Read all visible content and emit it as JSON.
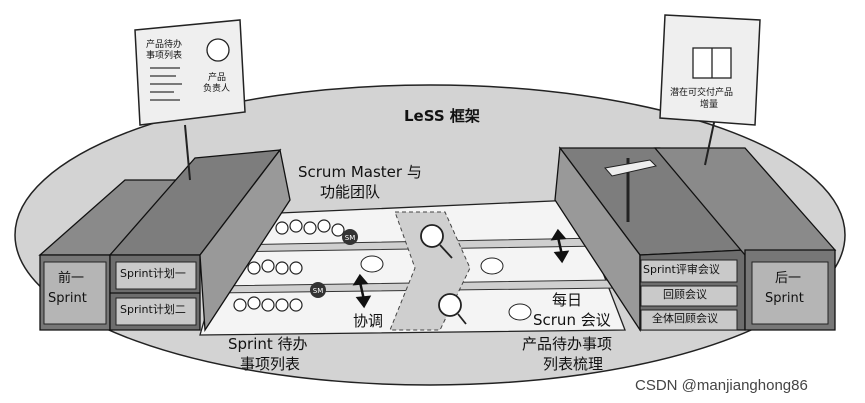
{
  "title": "LeSS 框架",
  "team_label": [
    "Scrum Master 与",
    "功能团队"
  ],
  "product_owner_sign": {
    "heading": [
      "产品待办",
      "事项列表"
    ],
    "role": [
      "产品",
      "负责人"
    ]
  },
  "increment_sign": [
    "潜在可交付产品",
    "增量"
  ],
  "prev_sprint": [
    "前一",
    "Sprint"
  ],
  "next_sprint": [
    "后一",
    "Sprint"
  ],
  "planning": [
    "Sprint计划一",
    "Sprint计划二"
  ],
  "right_meetings": [
    "Sprint评审会议",
    "回顾会议",
    "全体回顾会议"
  ],
  "sprint_backlog": [
    "Sprint 待办",
    "事项列表"
  ],
  "coordinate": "协调",
  "daily_scrum": [
    "每日",
    "Scrun 会议"
  ],
  "refinement": [
    "产品待办事项",
    "列表梳理"
  ],
  "sm_badge": "SM",
  "watermark": "CSDN @manjianghong86"
}
